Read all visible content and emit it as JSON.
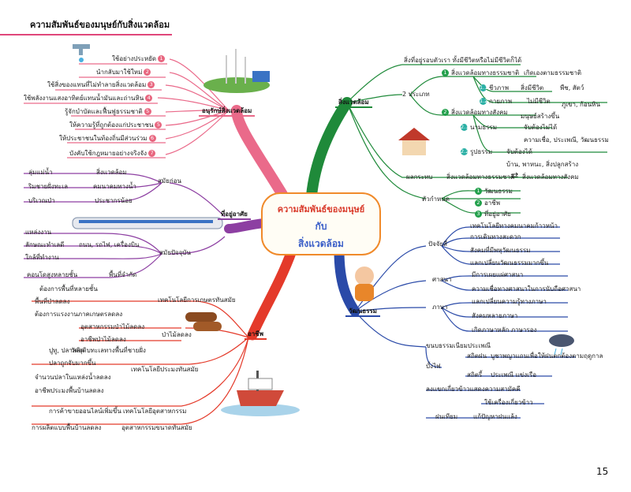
{
  "header": {
    "title": "ความสัมพันธ์ของมนุษย์กับสิ่งแวดล้อม"
  },
  "page_number": "15",
  "center": {
    "line1": "ความสัมพันธ์ของมนุษย์",
    "line2": "กับ",
    "line3": "สิ่งแวดล้อม"
  },
  "branches": {
    "conservation": {
      "label": "อนุรักษ์สิ่งแวดล้อม",
      "items": [
        {
          "text": "ใช้อย่างประหยัด",
          "n": "1"
        },
        {
          "text": "นำกลับมาใช้ใหม่",
          "n": "2"
        },
        {
          "text": "ใช้สิ่งของแทนที่ไม่ทำลายสิ่งแวดล้อม",
          "n": "3"
        },
        {
          "text": "ใช้พลังงานแสงอาทิตย์แทนน้ำมันและถ่านหิน",
          "n": "4"
        },
        {
          "text": "รู้จักบำบัดและฟื้นฟูธรรมชาติ",
          "n": "5"
        },
        {
          "text": "ให้ความรู้ที่ถูกต้องแก่ประชาชน",
          "n": "5"
        },
        {
          "text": "ให้ประชาชนในท้องถิ่นมีส่วนร่วม",
          "n": "6"
        },
        {
          "text": "บังคับใช้กฎหมายอย่างจริงจัง",
          "n": "7"
        }
      ]
    },
    "environment": {
      "label": "สิ่งแวดล้อม",
      "definition": "สิ่งที่อยู่รอบตัวเรา ทั้งมีชีวิตหรือไม่มีชีวิตก็ได้",
      "types_label": "2 ประเภท",
      "natural": {
        "n": "1",
        "label": "สิ่งแวดล้อมทางธรรมชาติ",
        "desc": "เกิดเองตามธรรมชาติ"
      },
      "nat_sub1": {
        "n": "1.1",
        "label": "ชีวภาพ",
        "desc": "สิ่งมีชีวิต",
        "ex": "พืช, สัตว์"
      },
      "nat_sub2": {
        "n": "1.2",
        "label": "กายภาพ",
        "desc": "ไม่มีชีวิต",
        "ex": "ภูเขา, ก้อนหิน"
      },
      "social": {
        "n": "2",
        "label": "สิ่งแวดล้อมทางสังคม",
        "desc": "มนุษย์สร้างขึ้น"
      },
      "soc_sub1": {
        "n": "2.1",
        "label": "นามธรรม",
        "desc": "จับต้องไม่ได้",
        "ex": "ความเชื่อ, ประเพณี, วัฒนธรรม"
      },
      "soc_sub2": {
        "n": "2.2",
        "label": "รูปธรรม",
        "desc": "จับต้องได้",
        "ex": "บ้าน, พาหนะ, สิ่งปลูกสร้าง"
      },
      "impact_label": "ผลกระทบ",
      "impact_from": "สิ่งแวดล้อมทางธรรมชาติ",
      "impact_to": "สิ่งแวดล้อมทางสังคม",
      "factors_label": "ตัวกำหนด",
      "factors": [
        {
          "n": "1",
          "text": "วัฒนธรรม"
        },
        {
          "n": "2",
          "text": "อาชีพ"
        },
        {
          "n": "3",
          "text": "ที่อยู่อาศัย"
        }
      ]
    },
    "housing": {
      "label": "ที่อยู่อาศัย",
      "past_label": "สมัยก่อน",
      "past": [
        {
          "head": "ลุ่มแม่น้ำ",
          "item": "สิ่งแวดล้อม"
        },
        {
          "head": "ริมชายฝั่งทะเล",
          "item": "คมนาคมทางน้ำ"
        },
        {
          "head": "บริเวณป่า",
          "item": "ประชากรน้อย"
        }
      ],
      "present_label": "สมัยปัจจุบัน",
      "present_head": "แหล่งงาน",
      "present_items": [
        "ลักษณะทำเลดี",
        "ใกล้ที่ทำงาน"
      ],
      "present_mid": "ถนน, รถไฟ, เครื่องบิน",
      "present_more_label": "พื้นที่จำกัด",
      "present_more": "คอนโดสูงหลายชั้น"
    },
    "occupation": {
      "label": "อาชีพ",
      "agri_label": "เทคโนโลยีการเกษตรทันสมัย",
      "agri_items": [
        "ต้องการพื้นที่หลายชั้น",
        "พื้นที่ป่าลดลง",
        "ต้องการแรงงานภาคเกษตรลดลง"
      ],
      "forest_label": "ป่าไม้ลดลง",
      "forest_items": [
        "อุตสาหกรรมป่าไม้ลดลง",
        "อาชีพป่าไม้ลดลง"
      ],
      "fish_label": "เทคโนโลยีประมงทันสมัย",
      "fish_items": [
        "วัตถุดิบทะเลทางพื้นที่ชายฝั่ง",
        "ปลาถูกจับมากขึ้น",
        "จำนวนปลาในแหล่งน้ำลดลง",
        "อาชีพประมงพื้นบ้านลดลง"
      ],
      "fish_sub": "ปูทู, ปลาสลิด",
      "ind_label": "เทคโนโลยีอุตสาหกรรม",
      "ind_items": [
        "การค้าขายออนไลน์เพิ่มขึ้น",
        "การผลิตแบบพื้นบ้านลดลง"
      ],
      "ind_more": "อุตสาหกรรมขนาดทันสมัย"
    },
    "culture": {
      "label": "วัฒนธรรม",
      "dress_label": "ปัจจัยสี่",
      "dress_items": [
        "เทคโนโลยีทางคมนาคมก้าวหน้า",
        "การเดินทางสะดวก",
        "สังคมที่มีพหุวัฒนธรรม",
        "แลกเปลี่ยนวัฒนธรรมมากขึ้น"
      ],
      "religion_label": "ศาสนา",
      "religion_items": [
        "มีการเผยแผ่ศาสนา",
        "ความเชื่อทางศาสนาในการนับถือศาสนา"
      ],
      "lang_label": "ภาษา",
      "lang_items": [
        "แลกเปลี่ยนความรู้ทางภาษา",
        "สังคมหลายภาษา",
        "เกิดภาษาหลัก ภาษารอง"
      ],
      "tradition_label": "ขนบธรรมเนียมประเพณี",
      "ceremony_label": "บั้งไฟ",
      "rain_label": "สถิตฝน",
      "rain_desc": "บูชาพญาแถนเพื่อให้ฝนตกต้องตามฤดูกาล",
      "lamp_label": "สถิตรี้",
      "lamp_desc": "ประเพณี แข่งเรือ",
      "harvest_label": "ลงแขกเกี่ยวข้าวแสดงความสามัคคี",
      "harvest_desc": "ใช้เครื่องเกี่ยวข้าว",
      "custom_label": "ฝนเทียม",
      "custom_desc": "แก้ปัญหาฝนแล้ง"
    }
  }
}
